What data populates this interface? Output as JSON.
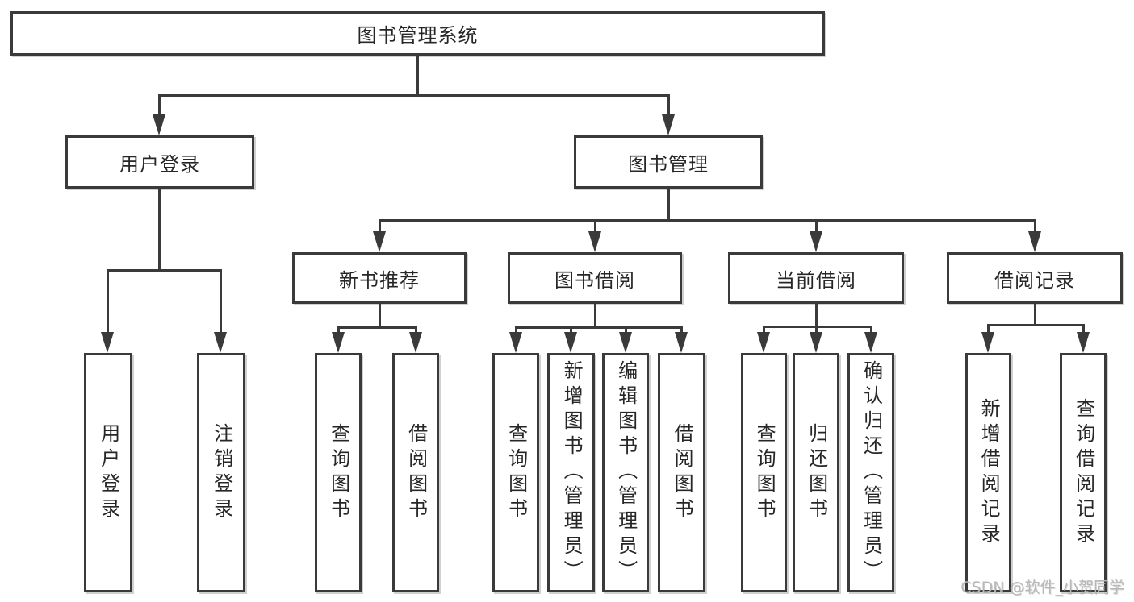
{
  "diagram": {
    "type": "hierarchy-flowchart",
    "background_color": "#ffffff",
    "line_color": "#3a3a3a",
    "text_color": "#262626",
    "watermark_color": "#b8b8b8"
  },
  "tree": {
    "label": "图书管理系统",
    "children": [
      {
        "label": "用户登录",
        "children": [
          {
            "label": "用户登录"
          },
          {
            "label": "注销登录"
          }
        ]
      },
      {
        "label": "图书管理",
        "children": [
          {
            "label": "新书推荐",
            "children": [
              {
                "label": "查询图书"
              },
              {
                "label": "借阅图书"
              }
            ]
          },
          {
            "label": "图书借阅",
            "children": [
              {
                "label": "查询图书"
              },
              {
                "label": "新增图书（管理员）"
              },
              {
                "label": "编辑图书（管理员）"
              },
              {
                "label": "借阅图书"
              }
            ]
          },
          {
            "label": "当前借阅",
            "children": [
              {
                "label": "查询图书"
              },
              {
                "label": "归还图书"
              },
              {
                "label": "确认归还（管理员）"
              }
            ]
          },
          {
            "label": "借阅记录",
            "children": [
              {
                "label": "新增借阅记录"
              },
              {
                "label": "查询借阅记录"
              }
            ]
          }
        ]
      }
    ]
  },
  "watermark": {
    "text": "CSDN @软件_小贺同学"
  }
}
